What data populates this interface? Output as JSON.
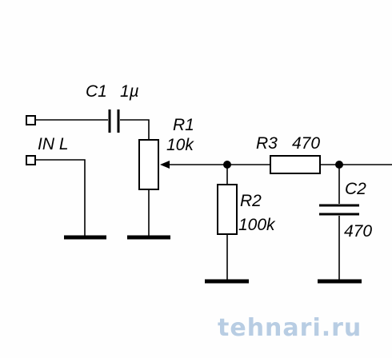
{
  "components": {
    "c1": {
      "ref": "C1",
      "value": "1µ"
    },
    "r1": {
      "ref": "R1",
      "value": "10k"
    },
    "r2": {
      "ref": "R2",
      "value": "100k"
    },
    "r3": {
      "ref": "R3",
      "value": "470"
    },
    "c2": {
      "ref": "C2",
      "value": "470"
    }
  },
  "input_label": "IN L",
  "watermark": "tehnari.ru"
}
